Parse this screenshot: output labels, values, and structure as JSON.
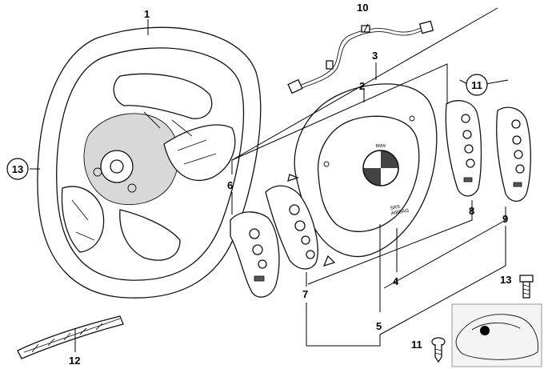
{
  "callouts": {
    "p1": "1",
    "p2": "2",
    "p3": "3",
    "p4": "4",
    "p5": "5",
    "p6": "6",
    "p7": "7",
    "p8": "8",
    "p9": "9",
    "p10": "10",
    "p11_circled": "11",
    "p11_screw": "11",
    "p12": "12",
    "p13_circled": "13",
    "p13_bolt": "13"
  },
  "airbag_badge": "BMW",
  "airbag_label": "SRS\nAIRBAG"
}
